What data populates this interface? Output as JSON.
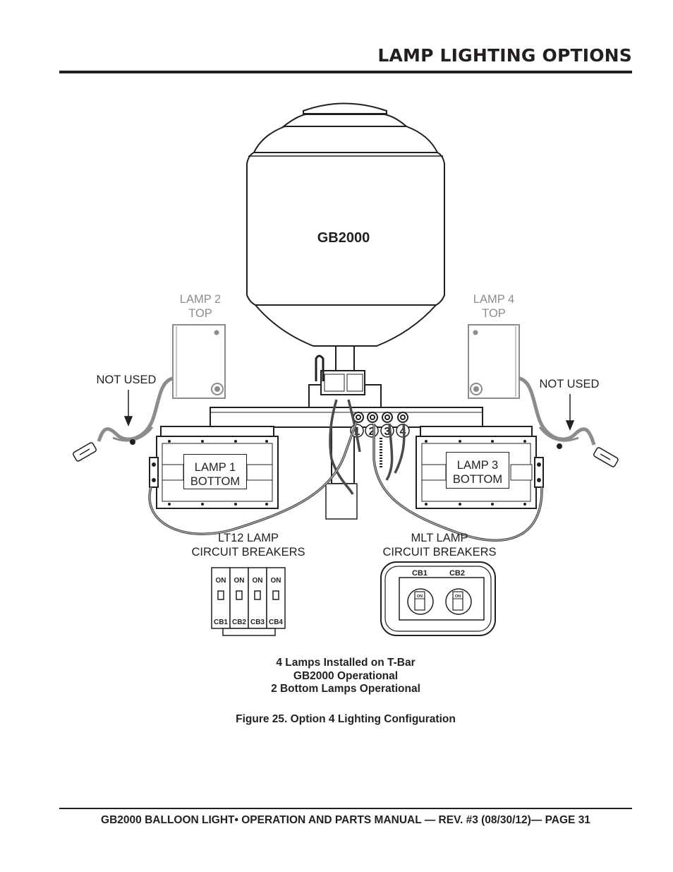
{
  "header": {
    "title": "LAMP LIGHTING OPTIONS"
  },
  "diagram": {
    "balloon_label": "GB2000",
    "lamp2": [
      "LAMP 2",
      "TOP"
    ],
    "lamp4": [
      "LAMP 4",
      "TOP"
    ],
    "not_used_left": "NOT USED",
    "not_used_right": "NOT USED",
    "lamp1": [
      "LAMP 1",
      "BOTTOM"
    ],
    "lamp3": [
      "LAMP 3",
      "BOTTOM"
    ],
    "receptacles": [
      "1",
      "2",
      "3",
      "4"
    ],
    "lt12_label": [
      "LT12 LAMP",
      "CIRCUIT BREAKERS"
    ],
    "mlt_label": [
      "MLT LAMP",
      "CIRCUIT BREAKERS"
    ],
    "lt12_breakers": [
      {
        "state": "ON",
        "name": "CB1"
      },
      {
        "state": "ON",
        "name": "CB2"
      },
      {
        "state": "ON",
        "name": "CB3"
      },
      {
        "state": "ON",
        "name": "CB4"
      }
    ],
    "mlt_breakers": [
      {
        "name": "CB1",
        "state": "ON"
      },
      {
        "name": "CB2",
        "state": "ON"
      }
    ]
  },
  "caption_lines": [
    "4 Lamps Installed on T-Bar",
    "GB2000 Operational",
    "2 Bottom Lamps Operational"
  ],
  "figure_caption": "Figure 25. Option 4 Lighting Configuration",
  "footer": "GB2000 BALLOON LIGHT• OPERATION AND PARTS MANUAL — REV. #3 (08/30/12)— PAGE 31"
}
